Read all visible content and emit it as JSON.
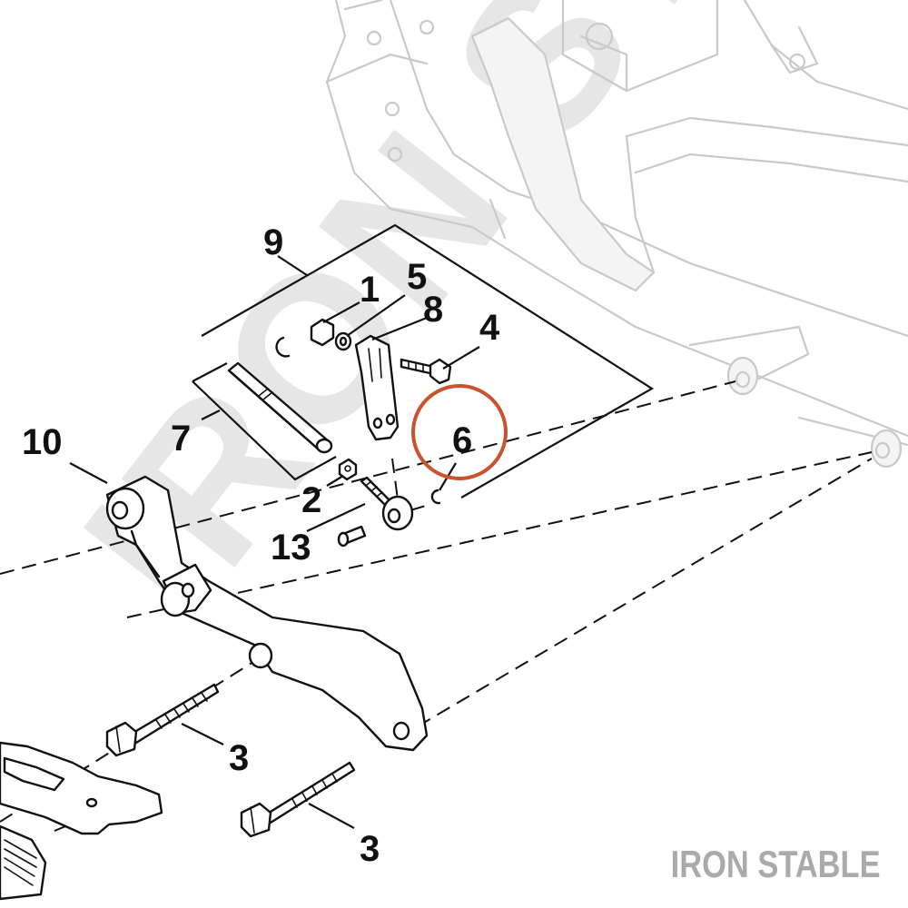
{
  "diagram": {
    "callouts": {
      "c1": "1",
      "c2": "2",
      "c3a": "3",
      "c3b": "3",
      "c4": "4",
      "c5": "5",
      "c6": "6",
      "c7": "7",
      "c8": "8",
      "c9": "9",
      "c10": "10",
      "c13": "13"
    },
    "highlight_color": "#c9532e"
  },
  "brand": {
    "name": "IRON STABLE"
  }
}
